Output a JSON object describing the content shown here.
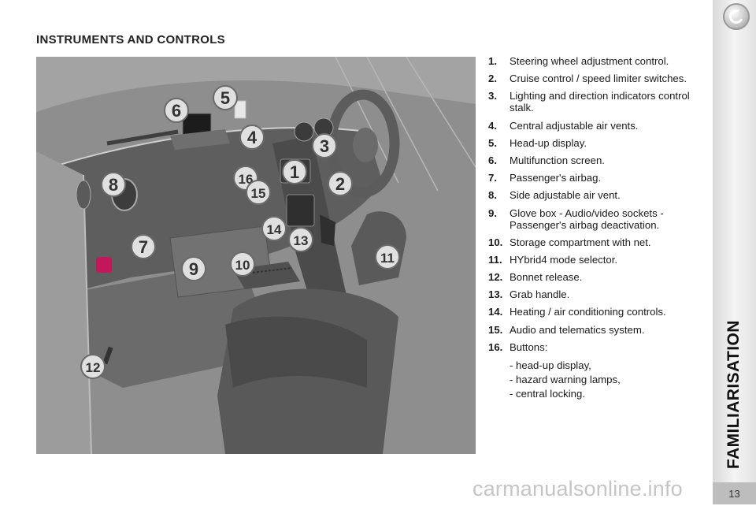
{
  "page": {
    "title": "INSTRUMENTS AND CONTROLS",
    "section": "FAMILIARISATION",
    "page_number": "13",
    "watermark": "carmanualsonline.info"
  },
  "legend": [
    {
      "num": "1.",
      "text": "Steering wheel adjustment control."
    },
    {
      "num": "2.",
      "text": "Cruise control / speed limiter switches."
    },
    {
      "num": "3.",
      "text": "Lighting and direction indicators control stalk."
    },
    {
      "num": "4.",
      "text": "Central adjustable air vents."
    },
    {
      "num": "5.",
      "text": "Head-up display."
    },
    {
      "num": "6.",
      "text": "Multifunction screen."
    },
    {
      "num": "7.",
      "text": "Passenger's airbag."
    },
    {
      "num": "8.",
      "text": "Side adjustable air vent."
    },
    {
      "num": "9.",
      "text": "Glove box - Audio/video sockets - Passenger's airbag deactivation."
    },
    {
      "num": "10.",
      "text": "Storage compartment with net."
    },
    {
      "num": "11.",
      "text": "HYbrid4 mode selector."
    },
    {
      "num": "12.",
      "text": "Bonnet release."
    },
    {
      "num": "13.",
      "text": "Grab handle."
    },
    {
      "num": "14.",
      "text": "Heating / air conditioning controls."
    },
    {
      "num": "15.",
      "text": "Audio and telematics system."
    },
    {
      "num": "16.",
      "text": "Buttons:"
    }
  ],
  "buttons_sublist": [
    "- head-up display,",
    "- hazard warning lamps,",
    "- central locking."
  ],
  "callouts": [
    {
      "label": "6"
    },
    {
      "label": "5"
    },
    {
      "label": "4"
    },
    {
      "label": "3"
    },
    {
      "label": "16"
    },
    {
      "label": "1"
    },
    {
      "label": "2"
    },
    {
      "label": "15"
    },
    {
      "label": "8"
    },
    {
      "label": "7"
    },
    {
      "label": "14"
    },
    {
      "label": "13"
    },
    {
      "label": "9"
    },
    {
      "label": "10"
    },
    {
      "label": "11"
    },
    {
      "label": "12"
    }
  ]
}
